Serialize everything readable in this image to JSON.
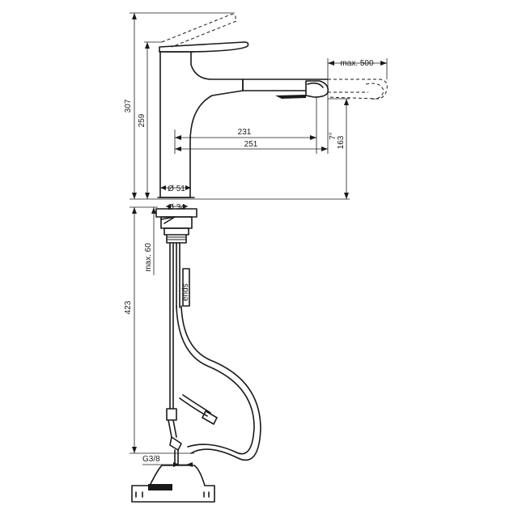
{
  "dimensions": {
    "total_height": "307",
    "spout_height": "259",
    "outlet_height": "163",
    "reach_231": "231",
    "reach_251": "251",
    "pullout": "max. 500",
    "base_diameter": "Ø 51",
    "hole_diameter": "Ø 34",
    "counter_thickness": "max. 60",
    "hose_length": "423",
    "connection": "G3/8",
    "small_label": "7°"
  },
  "hose_label": "ends"
}
